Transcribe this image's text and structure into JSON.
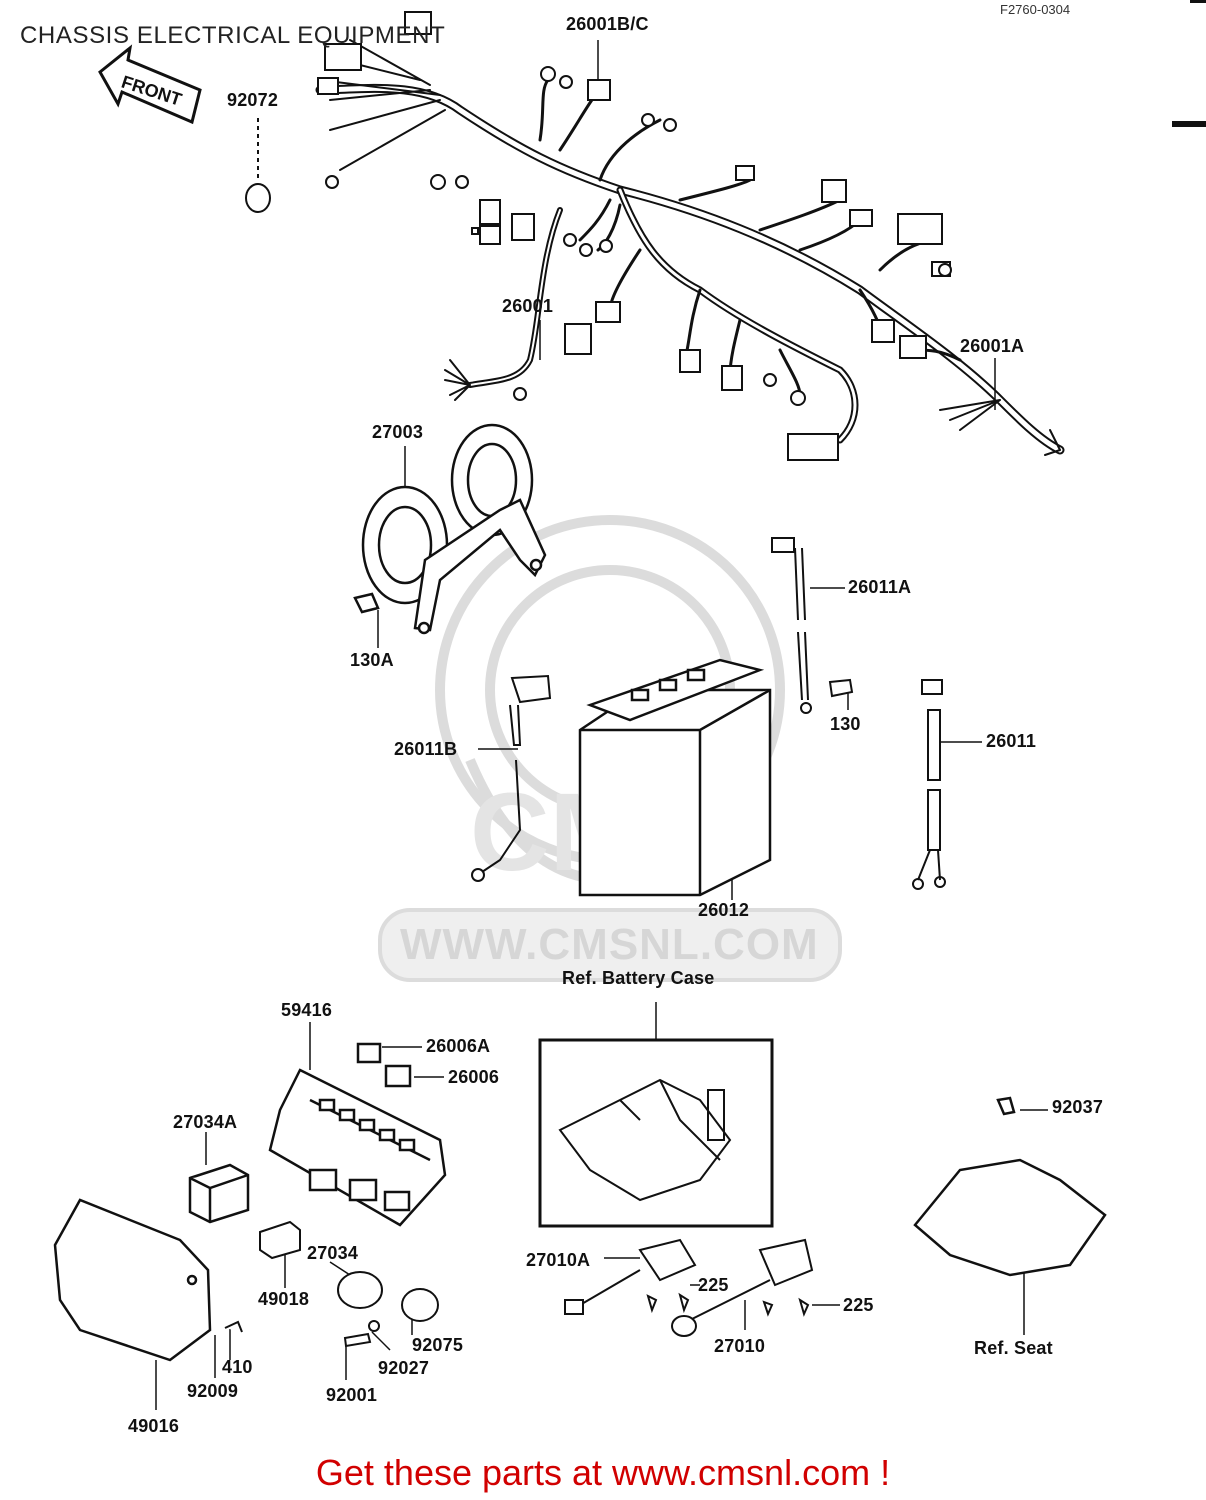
{
  "header": {
    "title": "CHASSIS ELECTRICAL EQUIPMENT",
    "figure_code": "F2760-0304",
    "front_arrow": "FRONT"
  },
  "watermark": {
    "url_text": "WWW.CMSNL.COM",
    "logo_text": "CMS"
  },
  "parts": {
    "p26001bc": "26001B/C",
    "p92072": "92072",
    "p26001": "26001",
    "p26001a": "26001A",
    "p27003": "27003",
    "p130a": "130A",
    "p26011a": "26011A",
    "p130": "130",
    "p26011": "26011",
    "p26011b": "26011B",
    "p26012": "26012",
    "p59416": "59416",
    "p26006a": "26006A",
    "p26006": "26006",
    "p27034a": "27034A",
    "p27034": "27034",
    "p49018": "49018",
    "p92075": "92075",
    "p92027": "92027",
    "p92001": "92001",
    "p410": "410",
    "p92009": "92009",
    "p49016": "49016",
    "p27010a": "27010A",
    "p225a": "225",
    "p225b": "225",
    "p27010": "27010",
    "p92037": "92037"
  },
  "references": {
    "battery_case": "Ref. Battery Case",
    "seat": "Ref. Seat"
  },
  "footer": {
    "promo": "Get these parts at www.cmsnl.com !"
  }
}
